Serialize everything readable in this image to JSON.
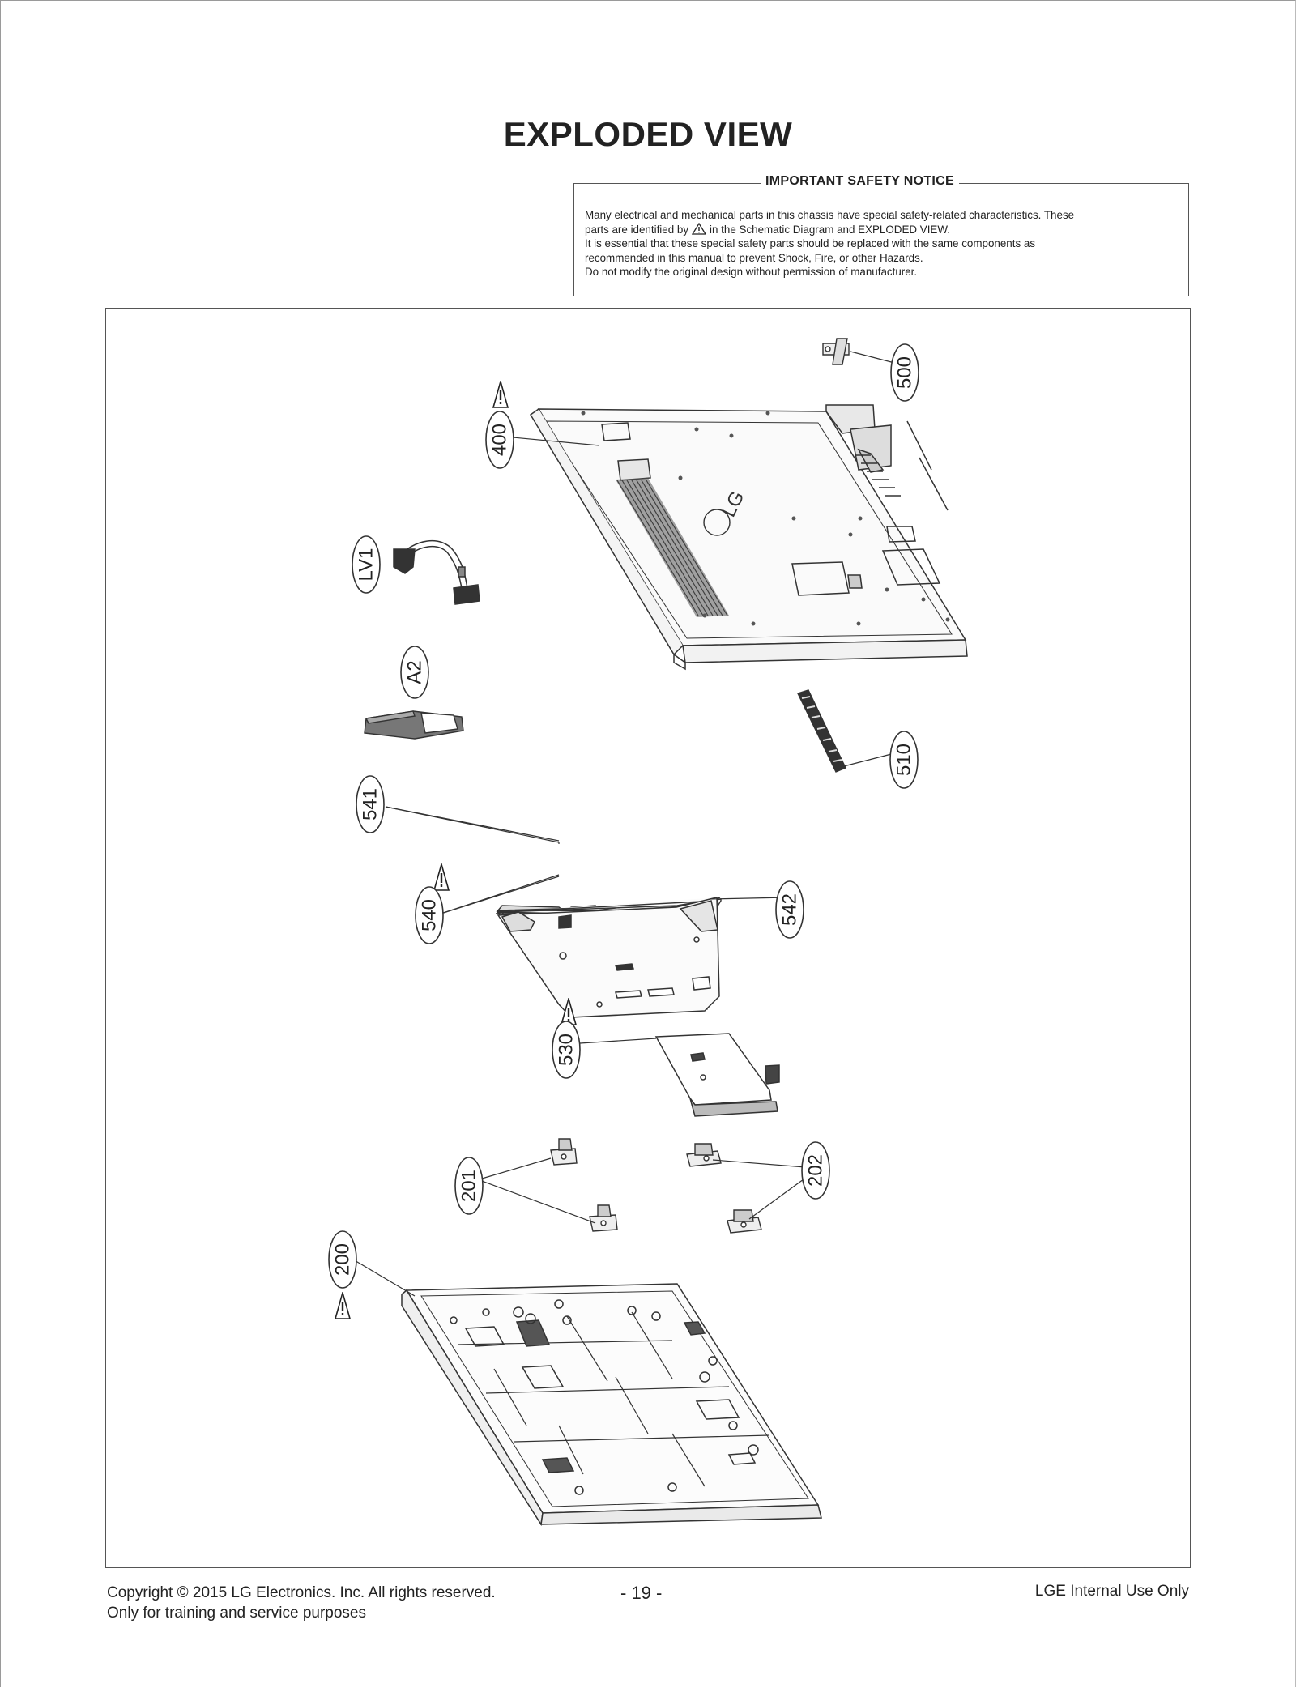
{
  "page": {
    "title": "EXPLODED VIEW"
  },
  "notice": {
    "title": "IMPORTANT SAFETY NOTICE",
    "line1": "Many electrical and mechanical parts in this chassis have special safety-related characteristics. These",
    "line2_before": "parts are identified by",
    "line2_after": "in the Schematic Diagram and EXPLODED VIEW.",
    "line3": "It is essential that these special safety parts should be replaced with the same components as",
    "line4": "recommended in this manual to prevent Shock, Fire, or other Hazards.",
    "line5": "Do not modify the original design without permission of manufacturer."
  },
  "parts": {
    "p500": "500",
    "p400": "400",
    "lv1": "LV1",
    "a2": "A2",
    "p510": "510",
    "p541": "541",
    "p540": "540",
    "p542": "542",
    "p530": "530",
    "p201": "201",
    "p202": "202",
    "p200": "200"
  },
  "logo_text": "LG",
  "footer": {
    "copyright": "Copyright  © 2015  LG Electronics. Inc. All rights reserved.",
    "purpose": "Only for training and service purposes",
    "page_number": "- 19 -",
    "internal": "LGE Internal Use Only"
  }
}
